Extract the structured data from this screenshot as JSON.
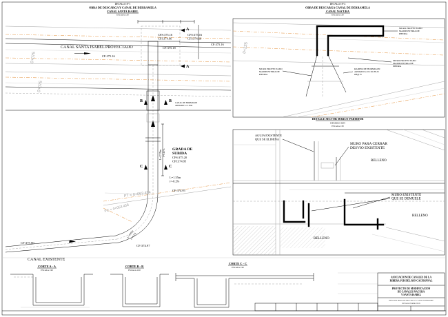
{
  "colors": {
    "ink": "#000000",
    "grey": "#9a9a9a",
    "light": "#c8c8c8",
    "orange": "#e8a25a"
  },
  "drawing": {
    "detail_1": {
      "label": "DETALLE N°1",
      "title": "OBRA DE DESCARGA Y CANAL DE DERRAMELA",
      "subtitle": "CANAL SANTA ISABEL",
      "scale": "ESCALA 1:50",
      "markers": {
        "a_top": "A",
        "a_bottom": "A",
        "b_left": "B",
        "b_right": "B",
        "c_left": "C",
        "c_right": "C"
      },
      "notes": {
        "cfs_left": "CFS:375.16",
        "cfi_left": "CFI:374.66",
        "cf_left": "CF:375.18",
        "cfs_right": "CFS:375.16",
        "cfi_right": "CFI:374.66",
        "cf_right": "CF:375.16",
        "canal_proyectado": "CANAL SANTA ISABEL PROYECTADO",
        "cf_canal": "CF:375.16",
        "chainage_top": "0+075",
        "chainage_low": "0+075",
        "canal_hormigon_1": "CANAL DE HORMIGON",
        "canal_hormigon_2": "ARMADO L=1.50m",
        "grada_1": "GRADA DE",
        "grada_2": "SUBIDA",
        "grada_cfs": "CFS:375.20",
        "grada_cfi": "CFI:374.95",
        "tramo_l": "L=1.55m",
        "tramo_i": "i=-0.2%",
        "cf_grada": "CF:374.95",
        "vertical_l": "L=17.70m",
        "vertical_i": "i=0.13%",
        "pt": "PT = 0+063.454",
        "pc": "PC = 0+053.458",
        "curve_l": "L=4.99m",
        "curve_i": "i=-0.2%",
        "cf_existente": "CF:375.00",
        "canal_existente": "CANAL EXISTENTE",
        "cf_end": "CF:374.97"
      }
    },
    "detail_2": {
      "label": "DETALLE N°2",
      "title": "OBRA DE DESCARGA CANAL DE DERRAMELA",
      "subtitle": "CANAL NACURA",
      "scale": "ESCALA 1:50",
      "notes": {
        "muro_a": [
          "MURO PROYECTADO",
          "MAMPOSTERIA DE",
          "PIEDRA"
        ],
        "muro_b": [
          "MURO PROYECTADO",
          "MAMPOSTERIA DE",
          "PIEDRA"
        ],
        "muro_c": [
          "MURO PROYECTADO",
          "MAMPOSTERIA DE",
          "PIEDRA"
        ],
        "radier": [
          "RADIER DE HORMIGON",
          "ARMADO e=0.15m H-25",
          "Ø8@15"
        ],
        "chainage": "0+225"
      }
    },
    "detail_demolition": {
      "title": "DETALLE SECTOR MARCO PARTIDOR",
      "subtitle": "DEMOLICION",
      "scale": "ESCALA 1:50",
      "notes": {
        "aguja": [
          "AGUJA EXISTENTE",
          "QUE SE ELIMINA"
        ],
        "muro_cerrar": [
          "MURO PARA CERRAR",
          "DESVIO EXISTENTE"
        ],
        "relleno_top": "RELLENO",
        "muro_existente": [
          "MURO EXISTENTE",
          "QUE SE DEMUELE"
        ],
        "relleno_right": "RELLENO",
        "relleno_bottom": "RELLENO"
      }
    },
    "sections": [
      {
        "title": "CORTE A - A",
        "scale": "ESCALA 1:20"
      },
      {
        "title": "CORTE B - B",
        "scale": "ESCALA 1:20"
      },
      {
        "title": "CORTE C - C",
        "scale": "ESCALA 1:20"
      }
    ],
    "title_block": {
      "client": [
        "ASOCIACION DE CANALES DE LA",
        "RIBERA SUR DEL RIO CACHAPOAL"
      ],
      "project": [
        "PROYECTO DE MODIFICACION",
        "DE CANALES NACURA",
        "Y SANTA ISABEL"
      ],
      "sheet_title": [
        "DETALLES OBRAS DE DESCARGA Y CANAL DE DERRAME",
        "DETALLE DEMOLICION"
      ]
    }
  }
}
